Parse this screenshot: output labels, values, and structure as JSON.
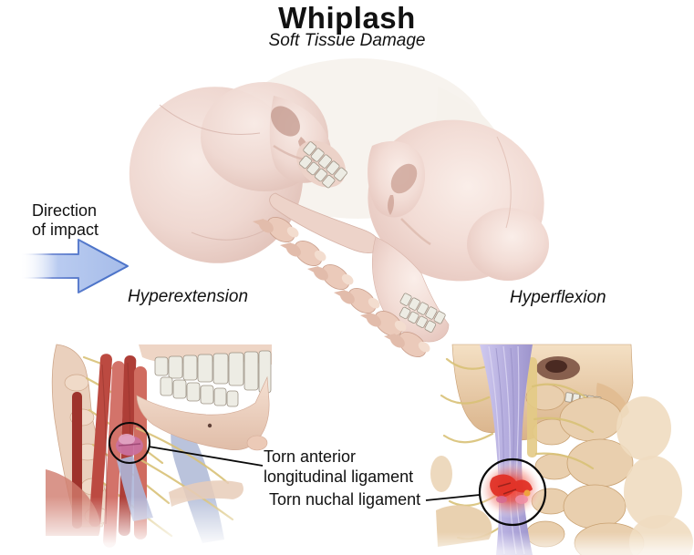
{
  "title": "Whiplash",
  "subtitle": "Soft Tissue Damage",
  "impact": {
    "line1": "Direction",
    "line2": "of impact"
  },
  "figure_labels": {
    "hyperextension": "Hyperextension",
    "hyperflexion": "Hyperflexion"
  },
  "annotations": {
    "torn_anterior_line1": "Torn anterior",
    "torn_anterior_line2": "longitudinal ligament",
    "torn_nuchal": "Torn nuchal ligament"
  },
  "colors": {
    "text": "#111111",
    "annotation": "#0a0a0a",
    "arrow_fill": "#aec3ec",
    "arrow_stroke": "#4d74c9",
    "bone_pink": "#eed6cf",
    "bone_tan": "#e9cfae",
    "teeth": "#edece4",
    "muscle_red": "#bc4a41",
    "muscle_light": "#d3736a",
    "nerve_yellow": "#d8c177",
    "ligament_lavender": "#b4abdc",
    "vessel_blue": "#aeb9d6",
    "injury_red": "#ee3f31",
    "torn_ligament_pink": "#c9719f"
  }
}
